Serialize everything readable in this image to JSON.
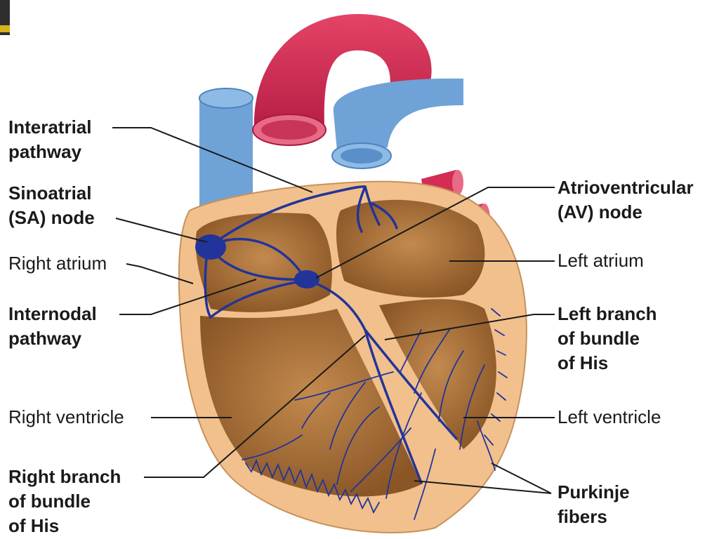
{
  "labels": {
    "interatrial_pathway": [
      "Interatrial",
      "pathway"
    ],
    "sa_node": [
      "Sinoatrial",
      "(SA) node"
    ],
    "right_atrium": "Right atrium",
    "internodal_pathway": [
      "Internodal",
      "pathway"
    ],
    "right_ventricle": "Right ventricle",
    "right_branch": [
      "Right branch",
      "of bundle",
      "of His"
    ],
    "av_node": [
      "Atrioventricular",
      "(AV) node"
    ],
    "left_atrium": "Left atrium",
    "left_branch": [
      "Left branch",
      "of bundle",
      "of His"
    ],
    "left_ventricle": "Left ventricle",
    "purkinje_fibers": [
      "Purkinje",
      "fibers"
    ]
  },
  "colors": {
    "vein_blue": "#6fa3d8",
    "artery_red": "#d42c55",
    "heart_outer": "#f1c08c",
    "chamber_brown": "#a8703a",
    "conduction_blue": "#22349a",
    "leader_line": "#1a1a1a"
  }
}
